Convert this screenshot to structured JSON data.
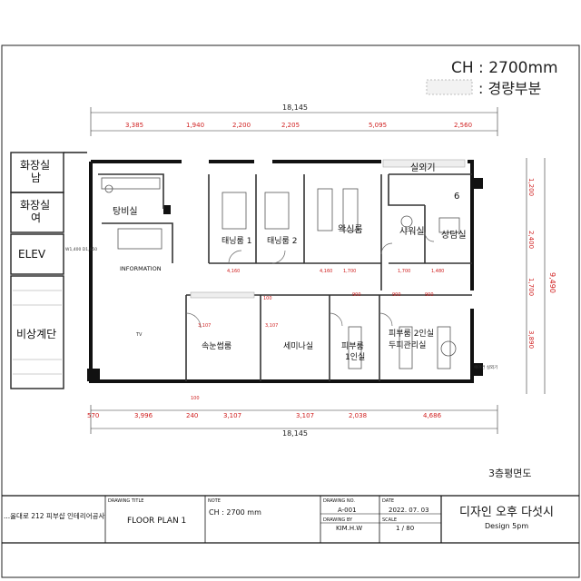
{
  "header": {
    "ceiling_note": "CH : 2700mm",
    "legend_label": ": 경량부분"
  },
  "dims": {
    "overall_top": "18,145",
    "overall_bottom": "18,145",
    "top_segments": [
      "3,385",
      "1,940",
      "2,200",
      "2,205",
      "5,095",
      "2,560"
    ],
    "bottom_segments": [
      "570",
      "3,996",
      "240",
      "3,107",
      "3,107",
      "2,038",
      "4,686"
    ],
    "right_segments": [
      "1,200",
      "2,400",
      "1,700",
      "3,890"
    ],
    "right_total": "9,490",
    "inner_marks": [
      "1,700",
      "1,700",
      "1,480",
      "4,160",
      "4,160",
      "900",
      "900",
      "900",
      "100",
      "100",
      "3,107",
      "3,107"
    ]
  },
  "rooms": [
    {
      "key": "toilet_m",
      "label": "화장실\n남"
    },
    {
      "key": "toilet_f",
      "label": "화장실\n여"
    },
    {
      "key": "elev",
      "label": "ELEV"
    },
    {
      "key": "stairs",
      "label": "비상계단"
    },
    {
      "key": "pantry",
      "label": "탕비실"
    },
    {
      "key": "info",
      "label": "INFORMATION"
    },
    {
      "key": "tanning1",
      "label": "태닝룸 1"
    },
    {
      "key": "tanning2",
      "label": "태닝룸 2"
    },
    {
      "key": "wax",
      "label": "왁싱룸"
    },
    {
      "key": "outdoor",
      "label": "실외기"
    },
    {
      "key": "shower",
      "label": "샤워실"
    },
    {
      "key": "consult",
      "label": "상담실"
    },
    {
      "key": "brow",
      "label": "속눈썹룸"
    },
    {
      "key": "seminar",
      "label": "세미나실"
    },
    {
      "key": "skin1",
      "label": "피부룸\n1인실"
    },
    {
      "key": "skin2",
      "label": "피부룸 2인실\n두피관리실"
    }
  ],
  "small_notes": {
    "n6": "6",
    "elev_dim": "W1,400 D1,650",
    "tv_note": "TV",
    "hvac": "에어컨 실외기"
  },
  "sheet_caption": "3층평면도",
  "title_block": {
    "project": "...올대로 212 피부샵 인테리어공사",
    "drawing_title_head": "DRAWING TITLE",
    "drawing_title": "FLOOR PLAN 1",
    "note_head": "NOTE",
    "note": "CH : 2700 mm",
    "drawing_no_head": "DRAWING NO.",
    "drawing_no": "A-001",
    "date_head": "DATE",
    "date": "2022. 07. 03",
    "drawing_by_head": "DRAWING BY",
    "drawing_by": "KIM.H.W",
    "scale_head": "SCALE",
    "scale": "1  /  80",
    "company": "디자인 오후 다섯시",
    "company_en": "Design 5pm"
  }
}
